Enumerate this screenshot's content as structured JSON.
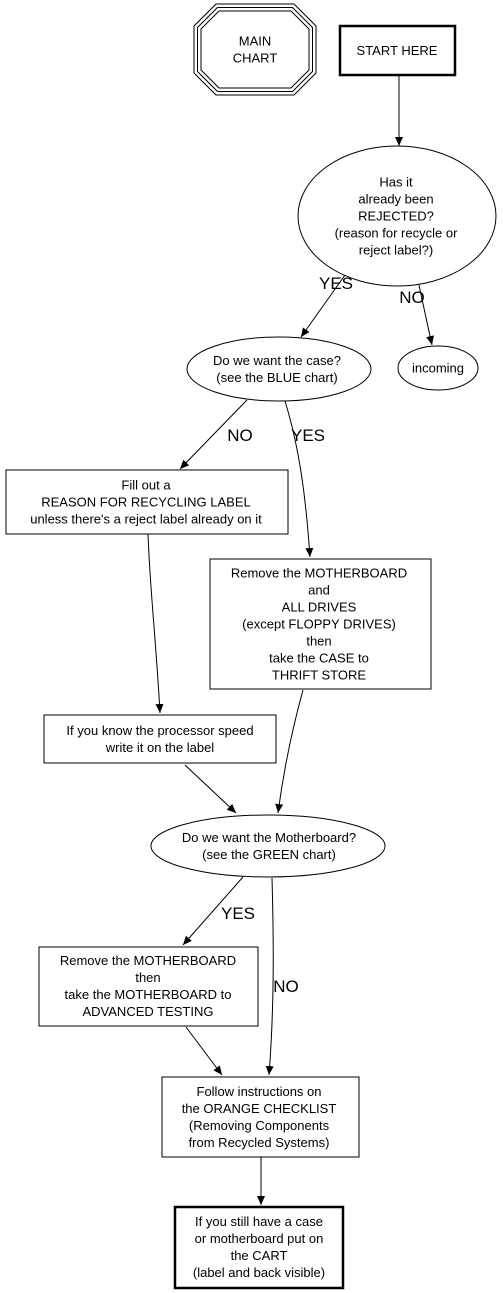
{
  "nodes": {
    "main_chart": {
      "lines": [
        "MAIN",
        "CHART"
      ]
    },
    "start_here": {
      "lines": [
        "START HERE"
      ]
    },
    "rejected_question": {
      "lines": [
        "Has it",
        "already been",
        "REJECTED?",
        "(reason for recycle or",
        "reject label?)"
      ]
    },
    "incoming": {
      "lines": [
        "incoming"
      ]
    },
    "want_case": {
      "lines": [
        "Do we want the case?",
        "(see the BLUE chart)"
      ]
    },
    "fill_label": {
      "lines": [
        "Fill out a",
        "REASON FOR RECYCLING LABEL",
        "unless there's a reject label already on it"
      ]
    },
    "remove_mb_drives": {
      "lines": [
        "Remove the MOTHERBOARD",
        "and",
        "ALL DRIVES",
        "(except FLOPPY DRIVES)",
        "then",
        "take the CASE to",
        "THRIFT STORE"
      ]
    },
    "processor_speed": {
      "lines": [
        "If you know the processor speed",
        "write it on the label"
      ]
    },
    "want_motherboard": {
      "lines": [
        "Do we want the Motherboard?",
        "(see the GREEN chart)"
      ]
    },
    "remove_mb_testing": {
      "lines": [
        "Remove the MOTHERBOARD",
        "then",
        "take the MOTHERBOARD to",
        "ADVANCED TESTING"
      ]
    },
    "orange_checklist": {
      "lines": [
        "Follow instructions on",
        "the ORANGE CHECKLIST",
        "(Removing Components",
        "from Recycled Systems)"
      ]
    },
    "cart": {
      "lines": [
        "If you still have a case",
        "or motherboard put on",
        "the CART",
        "(label and back visible)"
      ]
    }
  },
  "edge_labels": {
    "rejected_yes": "YES",
    "rejected_no": "NO",
    "case_no": "NO",
    "case_yes": "YES",
    "mb_yes": "YES",
    "mb_no": "NO"
  }
}
